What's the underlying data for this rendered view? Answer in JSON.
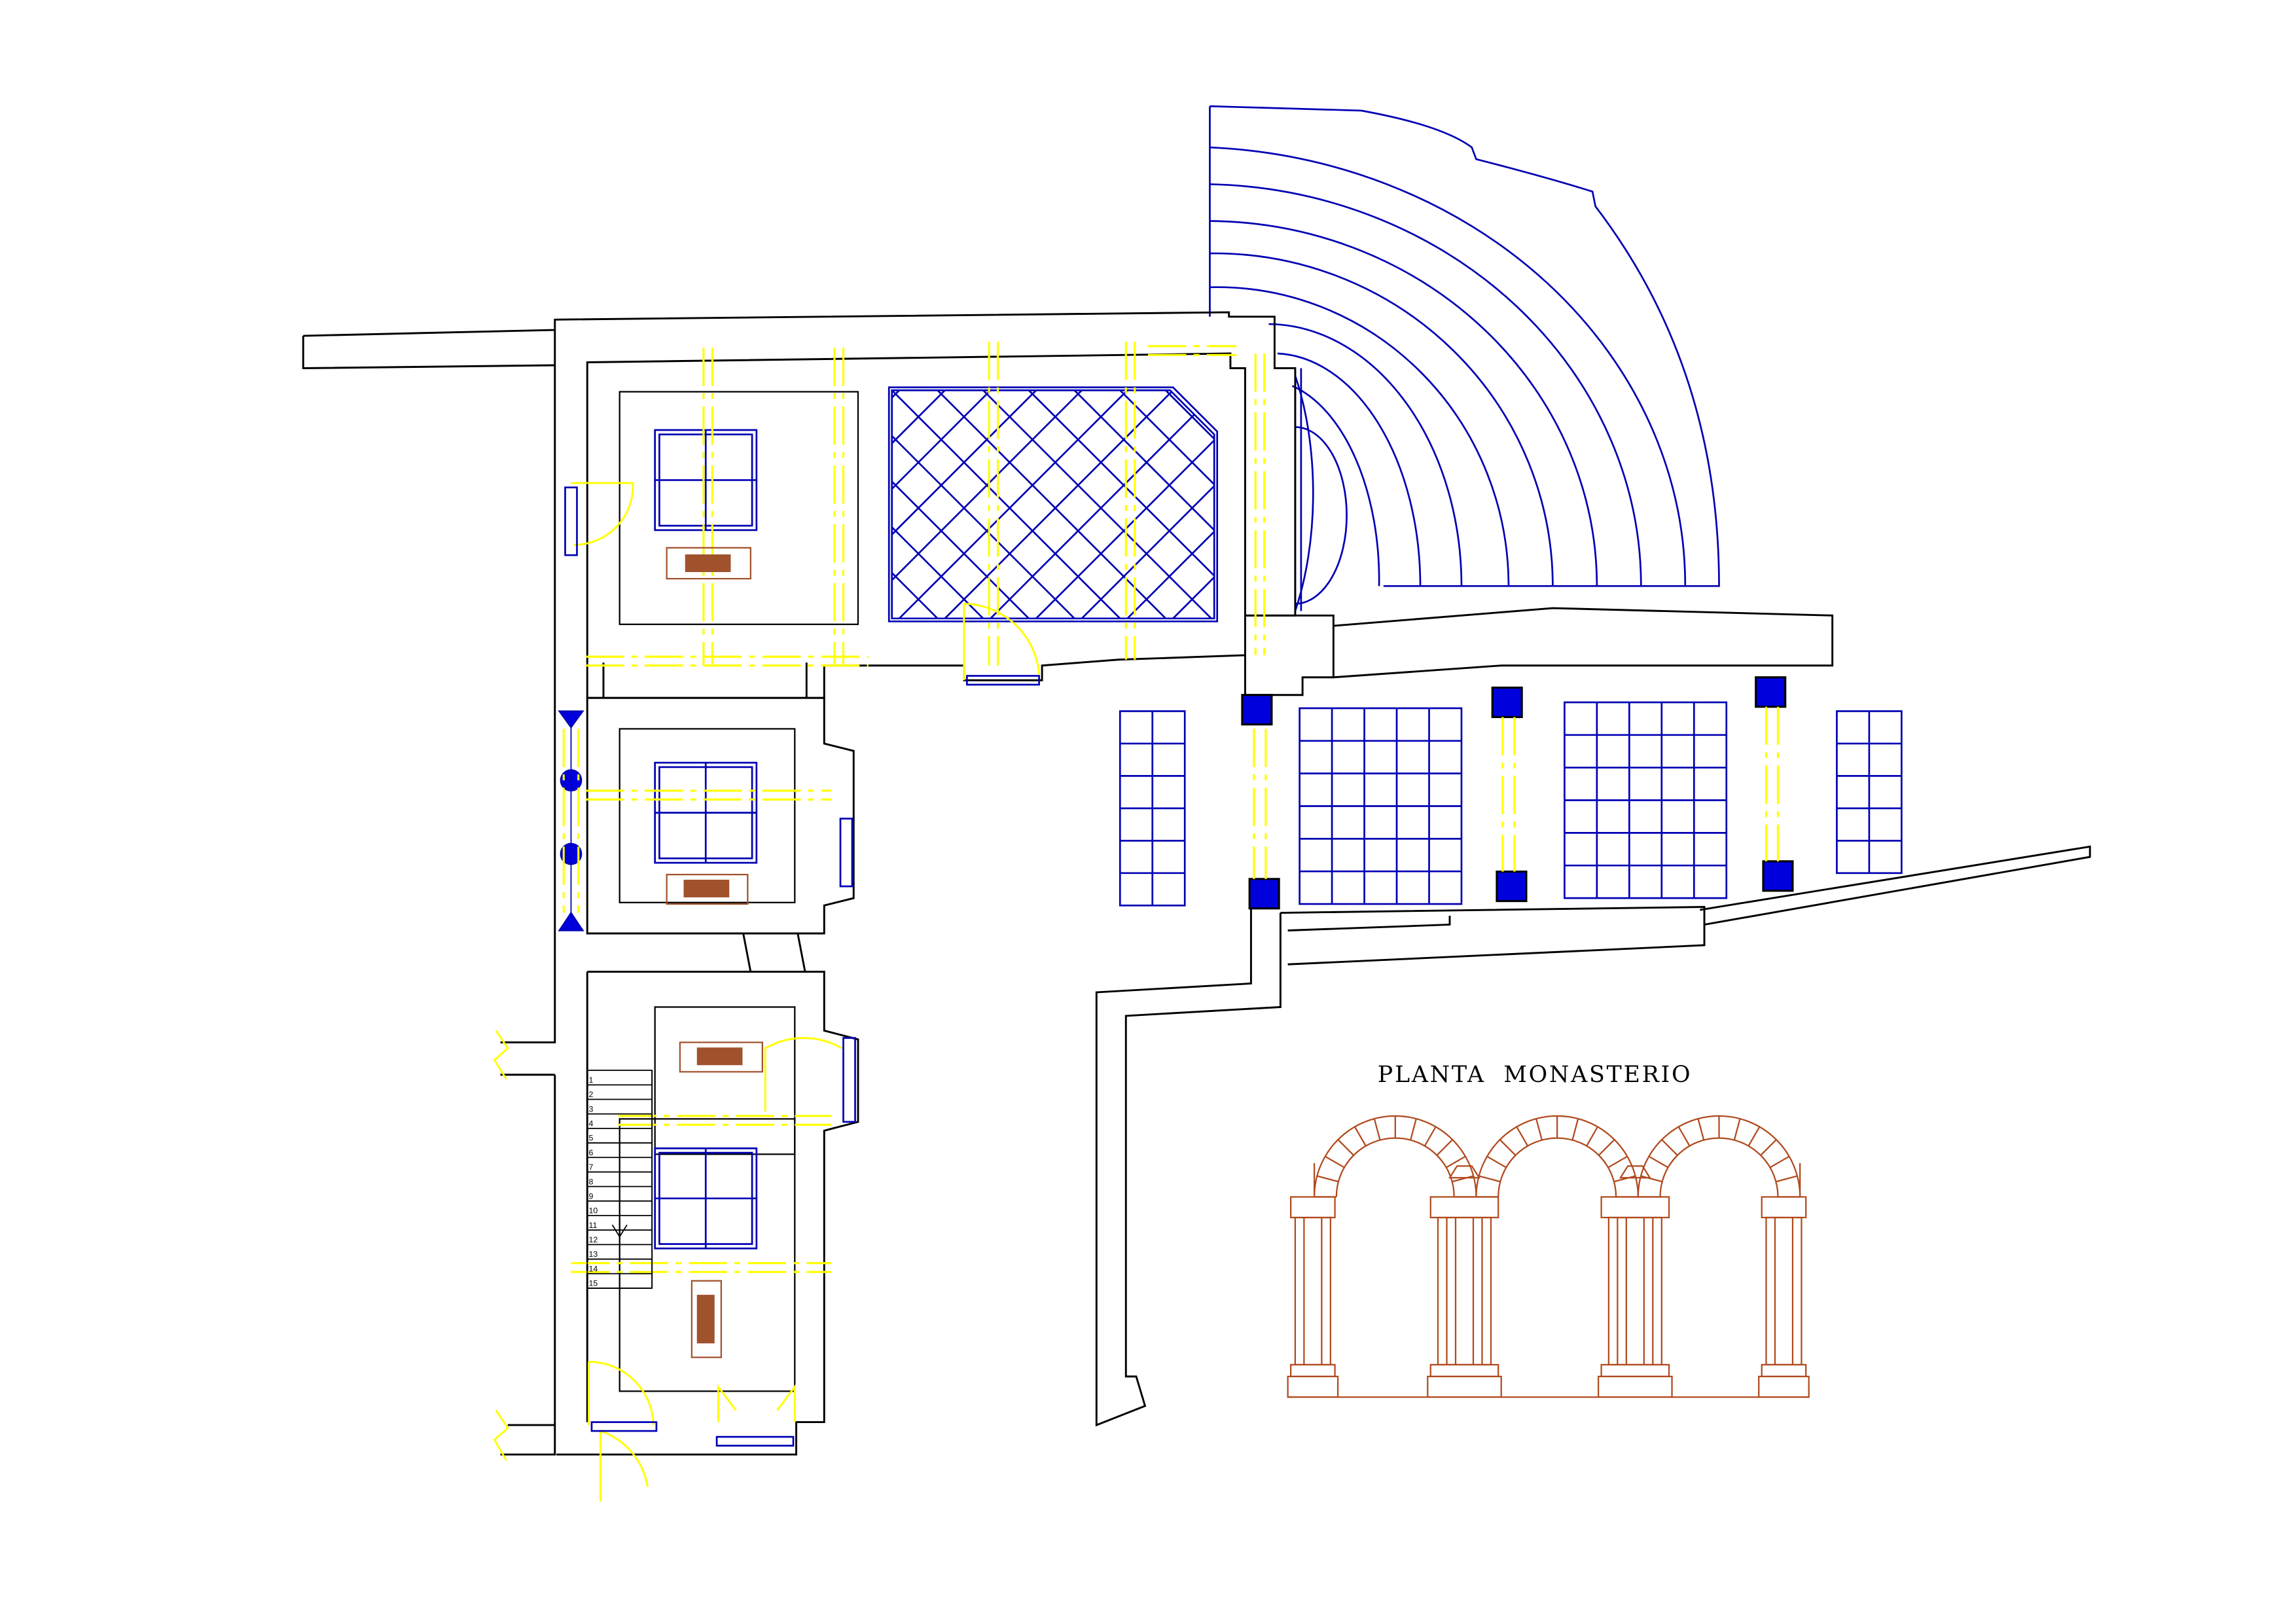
{
  "drawing": {
    "title": "PLANTA  MONASTERIO",
    "stair_steps": [
      "1",
      "2",
      "3",
      "4",
      "5",
      "6",
      "7",
      "8",
      "9",
      "10",
      "11",
      "12",
      "13",
      "14",
      "15"
    ]
  },
  "colors": {
    "background": "#ffffff",
    "walls": "#000000",
    "floor_pattern": "#0000b4",
    "structure_axes": "#ffff00",
    "furniture": "#a0522d",
    "arcade_elevation": "#b04a1e",
    "columns_fill": "#0000dd"
  },
  "icons": {
    "north_break": "break-line-icon",
    "door": "door-swing-icon"
  }
}
